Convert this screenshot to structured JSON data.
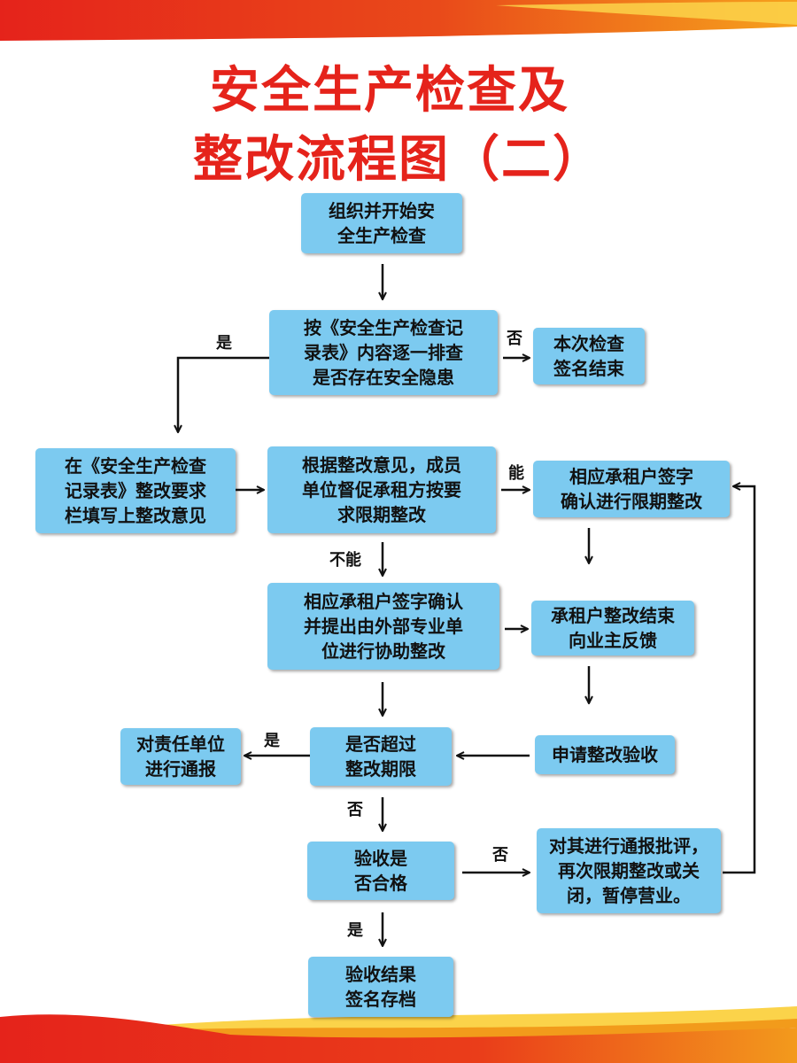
{
  "title": {
    "line1": "安全生产检查及",
    "line2": "整改流程图（二）"
  },
  "colors": {
    "title": "#e5231b",
    "box": "#7ccaf0",
    "arrow": "#111111",
    "band_red": "#e5231b",
    "band_orange": "#f29b1b",
    "band_yellow": "#fbd34a"
  },
  "nodes": {
    "start": "组织并开始安\n全生产检查",
    "check_hazard": "按《安全生产检查记\n录表》内容逐一排查\n是否存在安全隐患",
    "sign_end": "本次检查\n签名结束",
    "fill_opinion": "在《安全生产检查\n记录表》整改要求\n栏填写上整改意见",
    "supervise": "根据整改意见，成员\n单位督促承租方按要\n求限期整改",
    "tenant_confirm": "相应承租户签字\n确认进行限期整改",
    "external_help": "相应承租户签字确认\n并提出由外部专业单\n位进行协助整改",
    "tenant_feedback": "承租户整改结束\n向业主反馈",
    "overdue_check": "是否超过\n整改期限",
    "notify_unit": "对责任单位\n进行通报",
    "apply_acceptance": "申请整改验收",
    "accept_check": "验收是\n否合格",
    "criticize": "对其进行通报批评，\n再次限期整改或关\n闭，暂停营业。",
    "accept_end": "验收结果\n签名存档"
  },
  "labels": {
    "hazard_yes": "是",
    "hazard_no": "否",
    "can": "能",
    "cannot": "不能",
    "overdue_yes": "是",
    "overdue_no": "否",
    "accept_no": "否",
    "accept_yes": "是"
  }
}
